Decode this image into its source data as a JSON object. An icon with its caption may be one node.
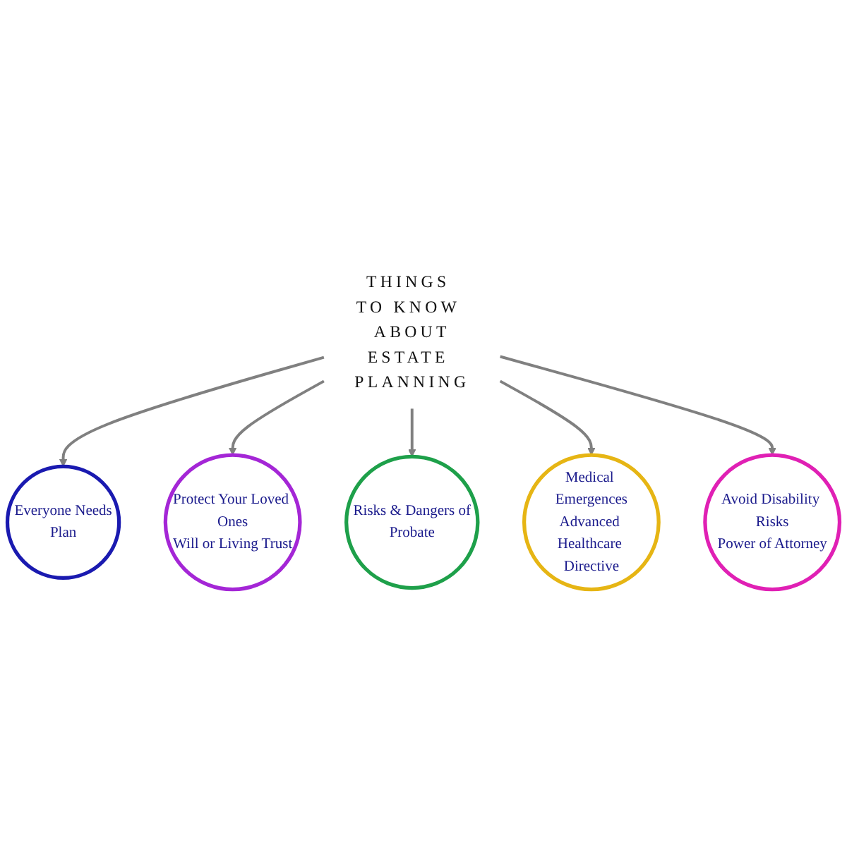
{
  "diagram": {
    "nodes": [
      {
        "text": [
          "THINGS TO KNOW ABOUT",
          "ESTATE PLANNING"
        ]
      },
      {
        "text": [
          "Everyone Needs",
          "Plan"
        ]
      },
      {
        "text": [
          "Protect Your Loved Ones",
          "Will or Living Trust"
        ]
      },
      {
        "text": [
          "Risks & Dangers of",
          "Probate"
        ]
      },
      {
        "text": [
          "Medical Emergences",
          "Advanced Healthcare Directive"
        ]
      },
      {
        "text": [
          "Avoid Disability Risks",
          "Power of Attorney"
        ]
      }
    ],
    "edges": [
      {
        "from": 0,
        "to": 1,
        "arrow": "to"
      },
      {
        "from": 0,
        "to": 2,
        "arrow": "to"
      },
      {
        "from": 0,
        "to": 3,
        "arrow": "to"
      },
      {
        "from": 0,
        "to": 4,
        "arrow": "to"
      },
      {
        "from": 0,
        "to": 5,
        "arrow": "to"
      }
    ]
  }
}
